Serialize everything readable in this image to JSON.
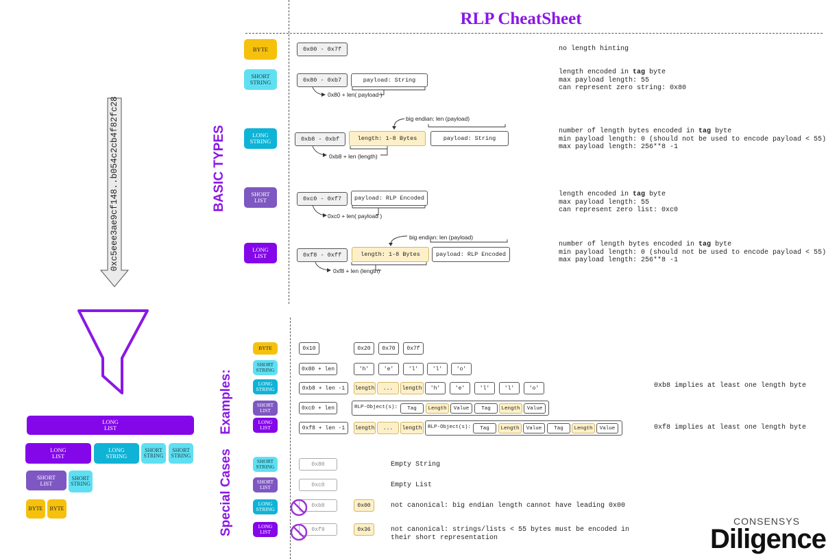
{
  "title": "RLP CheatSheet",
  "hash": "0xc5eee3ae9cf148..b054c2cb4f82fc28",
  "sections": {
    "basic": "BASIC TYPES",
    "examples": "Examples:",
    "special": "Special Cases"
  },
  "basic_types": [
    {
      "tag": "BYTE",
      "range": "0x00 - 0x7f",
      "desc": "no length hinting"
    },
    {
      "tag": "SHORT STRING",
      "range": "0x80 - 0xb7",
      "payload": "payload: String",
      "note": "0x80 + len( payload )",
      "desc": "length encoded in tag byte\nmax payload length: 55\ncan represent zero string: 0x80"
    },
    {
      "tag": "LONG STRING",
      "range": "0xb8 - 0xbf",
      "length": "length: 1-8 Bytes",
      "payload": "payload: String",
      "top_note": "big endian: len (payload)",
      "note": "0xb8 + len (length)",
      "desc": "number of length bytes encoded in tag byte\nmin payload length: 0 (should not be used to encode payload < 55)\nmax payload length: 256**8 -1"
    },
    {
      "tag": "SHORT LIST",
      "range": "0xc0 - 0xf7",
      "payload": "payload: RLP Encoded",
      "note": "0xc0 + len( payload )",
      "desc": "length encoded in tag byte\nmax payload length: 55\ncan represent zero list: 0xc0"
    },
    {
      "tag": "LONG LIST",
      "range": "0xf8 - 0xff",
      "length": "length: 1-8 Bytes",
      "payload": "payload: RLP Encoded",
      "top_note": "big endian: len (payload)",
      "note": "0xf8 + len (length)",
      "desc": "number of length bytes encoded in tag byte\nmin payload length: 0 (should not be used to encode payload < 55)\nmax payload length: 256**8 -1"
    }
  ],
  "examples": {
    "byte": {
      "tag": "BYTE",
      "prefix": "0x10",
      "items": [
        "0x20",
        "0x70",
        "0x7f"
      ]
    },
    "short_string": {
      "tag": "SHORT STRING",
      "prefix": "0x80 + len",
      "chars": [
        "'h'",
        "'e'",
        "'l'",
        "'l'",
        "'o'"
      ]
    },
    "long_string": {
      "tag": "LONG STRING",
      "prefix": "0xb8 + len -1",
      "len1": "length",
      "dots": "...",
      "len2": "length",
      "chars": [
        "'h'",
        "'e'",
        "'l'",
        "'l'",
        "'o'"
      ],
      "note": "0xb8 implies at least one length byte"
    },
    "short_list": {
      "tag": "SHORT LIST",
      "prefix": "0xc0 + len",
      "obj": "RLP-Object(s):",
      "parts": [
        "Tag",
        "Length",
        "Value",
        "Tag",
        "Length",
        "Value"
      ]
    },
    "long_list": {
      "tag": "LONG LIST",
      "prefix": "0xf8 + len -1",
      "len1": "length",
      "dots": "...",
      "len2": "length",
      "obj": "RLP-Object(s):",
      "parts": [
        "Tag",
        "Length",
        "Value",
        "Tag",
        "Length",
        "Value"
      ],
      "note": "0xf8 implies at least one length byte"
    }
  },
  "special_cases": [
    {
      "tag": "SHORT STRING",
      "code": "0x80",
      "desc": "Empty String"
    },
    {
      "tag": "SHORT LIST",
      "code": "0xc0",
      "desc": "Empty List"
    },
    {
      "tag": "LONG STRING",
      "code": "0xb8",
      "extra": "0x00",
      "desc": "not canonical: big endian length cannot have leading 0x00"
    },
    {
      "tag": "LONG LIST",
      "code": "0xf9",
      "extra": "0x36",
      "desc": "not canonical: strings/lists < 55 bytes must be encoded in\ntheir short representation"
    }
  ],
  "funnel_output": {
    "row1": "LONG LIST",
    "row2": [
      "LONG LIST",
      "LONG STRING",
      "SHORT STRING",
      "SHORT STRING"
    ],
    "row3": [
      "SHORT LIST",
      "SHORT STRING"
    ],
    "row4": [
      "BYTE",
      "BYTE"
    ]
  },
  "logo": {
    "top": "CONSENSYS",
    "main": "Diligence"
  }
}
